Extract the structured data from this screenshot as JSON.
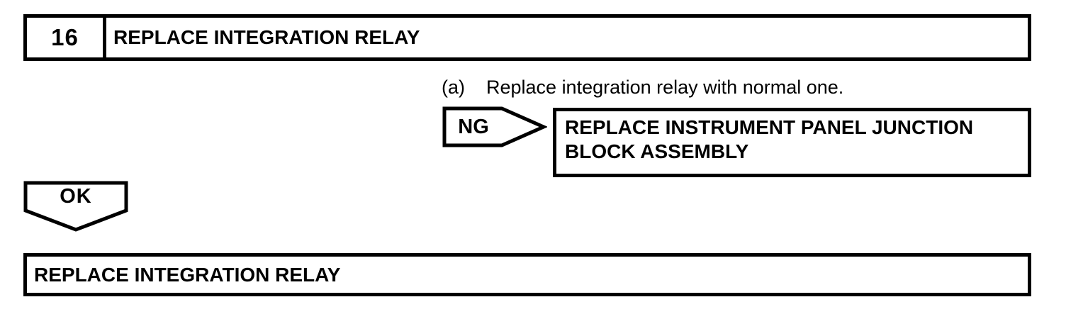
{
  "colors": {
    "ink": "#000000",
    "paper": "#ffffff"
  },
  "step_header": {
    "number": "16",
    "title": "REPLACE INTEGRATION RELAY"
  },
  "instruction": {
    "marker": "(a)",
    "text": "Replace integration relay with normal one."
  },
  "ng_branch": {
    "label": "NG",
    "action_lines": [
      "REPLACE INSTRUMENT PANEL JUNCTION",
      "BLOCK ASSEMBLY"
    ]
  },
  "ok_branch": {
    "label": "OK",
    "action": "REPLACE INTEGRATION RELAY"
  }
}
